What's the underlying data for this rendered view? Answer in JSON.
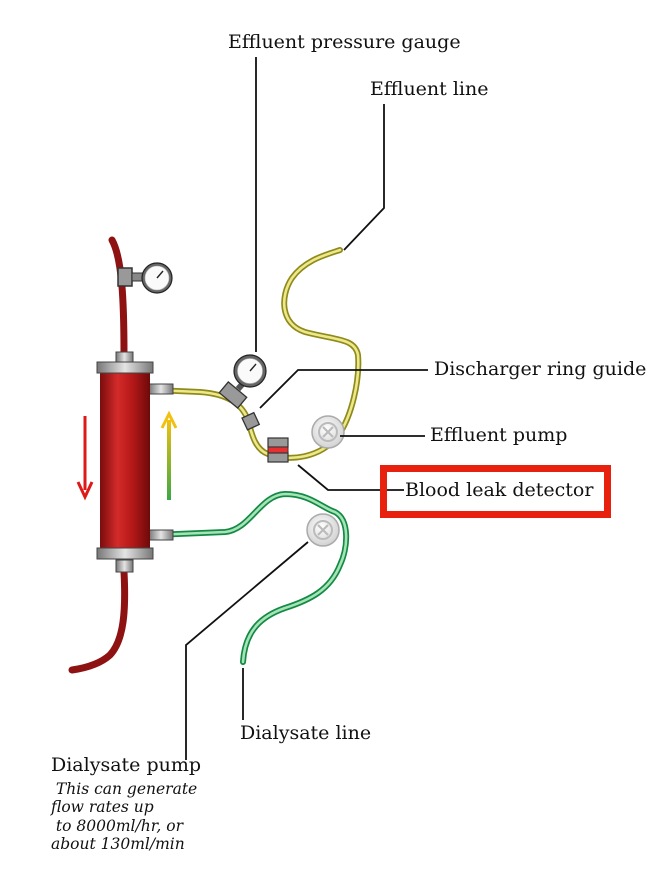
{
  "labels": {
    "effluent_pressure_gauge": "Effluent pressure gauge",
    "effluent_line": "Effluent line",
    "discharger_ring_guide": "Discharger ring guide",
    "effluent_pump": "Effluent pump",
    "blood_leak_detector": "Blood leak detector",
    "dialysate_line": "Dialysate line",
    "dialysate_pump": "Dialysate pump",
    "dialysate_pump_note": " This can generate\nflow rates up\n to 8000ml/hr, or\nabout 130ml/min"
  },
  "colors": {
    "blood": "#8e1212",
    "filter_red": "#b81c1c",
    "effluent": "#cfc63a",
    "dialysate": "#22a85a",
    "highlight": "#e8200e",
    "arrow_down": "#dd1a1a",
    "arrow_up_top": "#f2c010",
    "arrow_up_bottom": "#3aa845"
  },
  "icons": {
    "pressure_gauge": "gauge-icon",
    "pump": "roller-pump-icon",
    "highlighted_component": "blood-leak-detector"
  }
}
